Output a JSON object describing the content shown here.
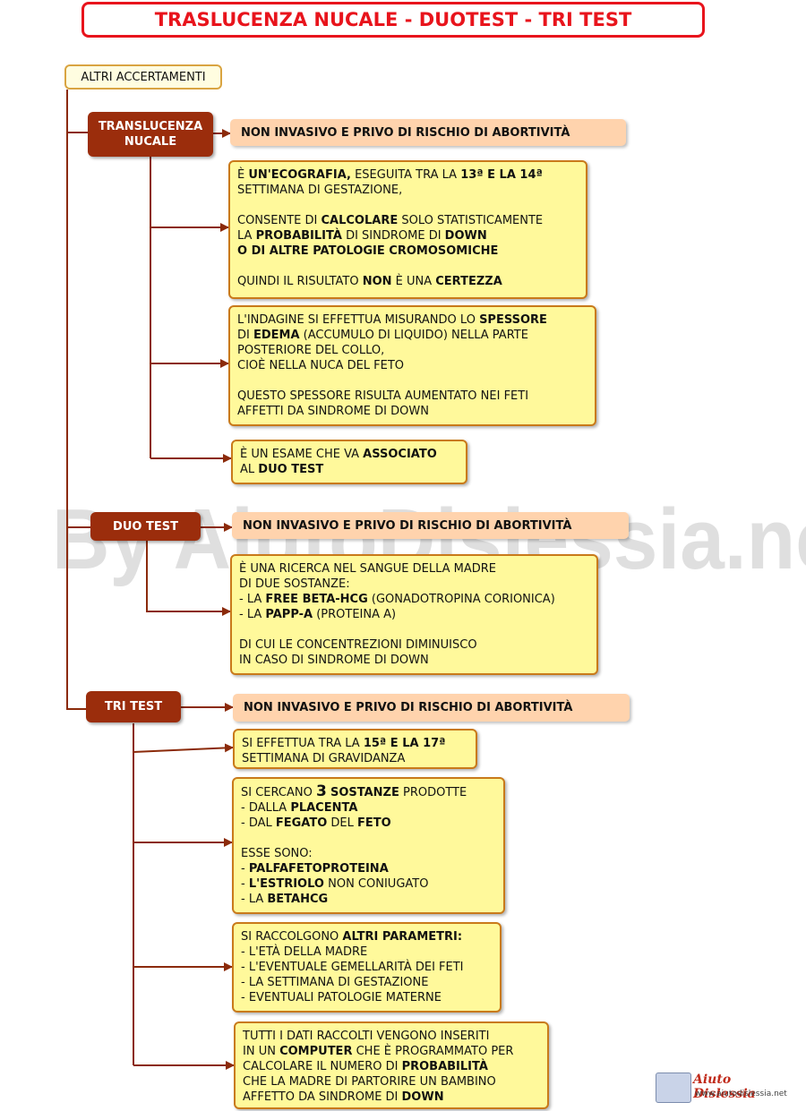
{
  "title": "TRASLUCENZA NUCALE - DUOTEST - TRI TEST",
  "root": "ALTRI ACCERTAMENTI",
  "watermark": "By AiutoDislessia.net",
  "logo": {
    "name": "Aiuto Dislessia",
    "url": "www.aiutodislessia.net"
  },
  "sections": [
    {
      "label": "TRANSLUCENZA NUCALE",
      "tag": "NON INVASIVO E PRIVO DI RISCHIO DI ABORTIVITÀ",
      "boxes": [
        "È UN'ECOGRAFIA, ESEGUITA TRA LA 13ª E LA 14ª SETTIMANA DI GESTAZIONE, CONSENTE DI CALCOLARE SOLO STATISTICAMENTE LA PROBABILITÀ DI SINDROME DI DOWN O DI ALTRE PATOLOGIE CROMOSOMICHE QUINDI IL RISULTATO NON È UNA CERTEZZA",
        "L'INDAGINE SI EFFETTUA MISURANDO LO SPESSORE DI EDEMA (ACCUMULO DI LIQUIDO) NELLA PARTE POSTERIORE DEL COLLO, CIOÈ NELLA NUCA DEL FETO QUESTO SPESSORE RISULTA AUMENTATO NEI FETI AFFETTI DA SINDROME DI DOWN",
        "È UN ESAME CHE VA ASSOCIATO AL DUO TEST"
      ]
    },
    {
      "label": "DUO TEST",
      "tag": "NON INVASIVO E PRIVO DI RISCHIO DI ABORTIVITÀ",
      "boxes": [
        "È UNA RICERCA NEL SANGUE DELLA MADRE DI DUE SOSTANZE: - LA FREE BETA-HCG (GONADOTROPINA CORIONICA) - LA PAPP-A (PROTEINA A) DI CUI LE CONCENTREZIONI DIMINUISCO IN CASO DI SINDROME DI DOWN"
      ]
    },
    {
      "label": "TRI TEST",
      "tag": "NON INVASIVO E PRIVO DI RISCHIO DI ABORTIVITÀ",
      "boxes": [
        "SI EFFETTUA TRA LA 15ª E LA 17ª SETTIMANA DI GRAVIDANZA",
        "SI CERCANO 3 SOSTANZE PRODOTTE - DALLA PLACENTA - DAL FEGATO DEL FETO ESSE SONO: - PALFAFETOPROTEINA - L'ESTRIOLO NON CONIUGATO - LA BETAHCG",
        "SI RACCOLGONO ALTRI PARAMETRI: - L'ETÀ DELLA MADRE - L'EVENTUALE GEMELLARITÀ DEI FETI - LA SETTIMANA DI GESTAZIONE - EVENTUALI PATOLOGIE MATERNE",
        "TUTTI I DATI RACCOLTI VENGONO INSERITI IN UN COMPUTER CHE È PROGRAMMATO PER CALCOLARE IL NUMERO DI PROBABILITÀ CHE LA MADRE DI PARTORIRE UN BAMBINO AFFETTO DA SINDROME DI DOWN"
      ]
    }
  ],
  "colors": {
    "title": "#e8141c",
    "node": "#9b2d0c",
    "tag": "#ffd3ad",
    "box": "#fff99b",
    "connector": "#8b2a0a"
  }
}
